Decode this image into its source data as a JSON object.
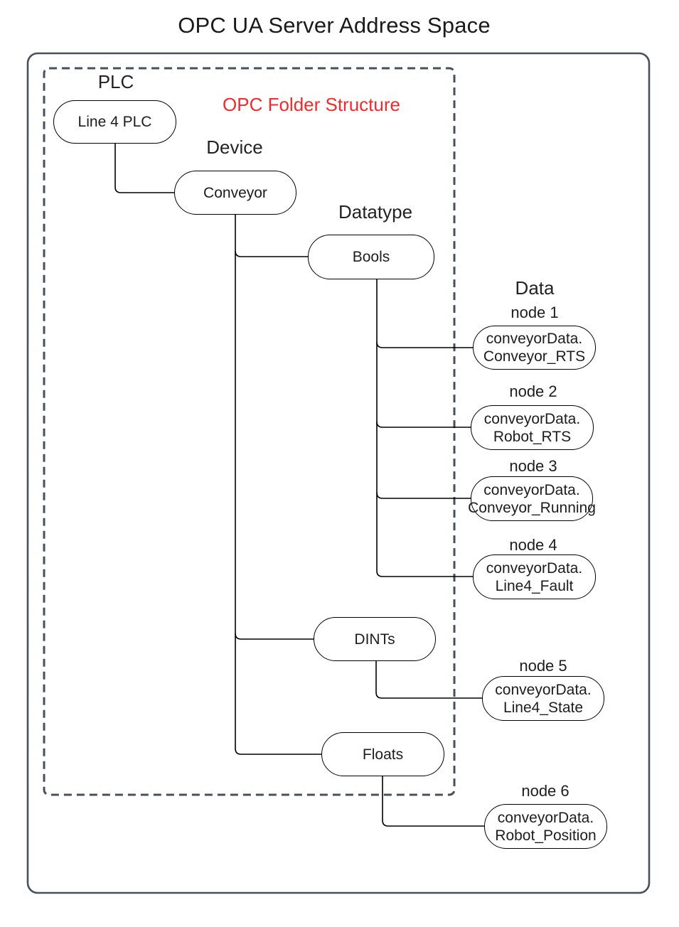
{
  "title": "OPC UA Server Address Space",
  "diagram": {
    "folder_label": "OPC Folder Structure",
    "headers": {
      "plc": "PLC",
      "device": "Device",
      "datatype": "Datatype",
      "data": "Data"
    },
    "folders": {
      "plc": "Line 4 PLC",
      "device": "Conveyor",
      "bools": "Bools",
      "dints": "DINTs",
      "floats": "Floats"
    },
    "data_nodes": [
      {
        "label": "node 1",
        "line1": "conveyorData.",
        "line2": "Conveyor_RTS"
      },
      {
        "label": "node 2",
        "line1": "conveyorData.",
        "line2": "Robot_RTS"
      },
      {
        "label": "node 3",
        "line1": "conveyorData.",
        "line2": "Conveyor_Running"
      },
      {
        "label": "node 4",
        "line1": "conveyorData.",
        "line2": "Line4_Fault"
      },
      {
        "label": "node 5",
        "line1": "conveyorData.",
        "line2": "Line4_State"
      },
      {
        "label": "node 6",
        "line1": "conveyorData.",
        "line2": "Robot_Position"
      }
    ],
    "colors": {
      "border": "#47505c",
      "accent_red": "#f02b2b",
      "line": "#000000"
    }
  }
}
